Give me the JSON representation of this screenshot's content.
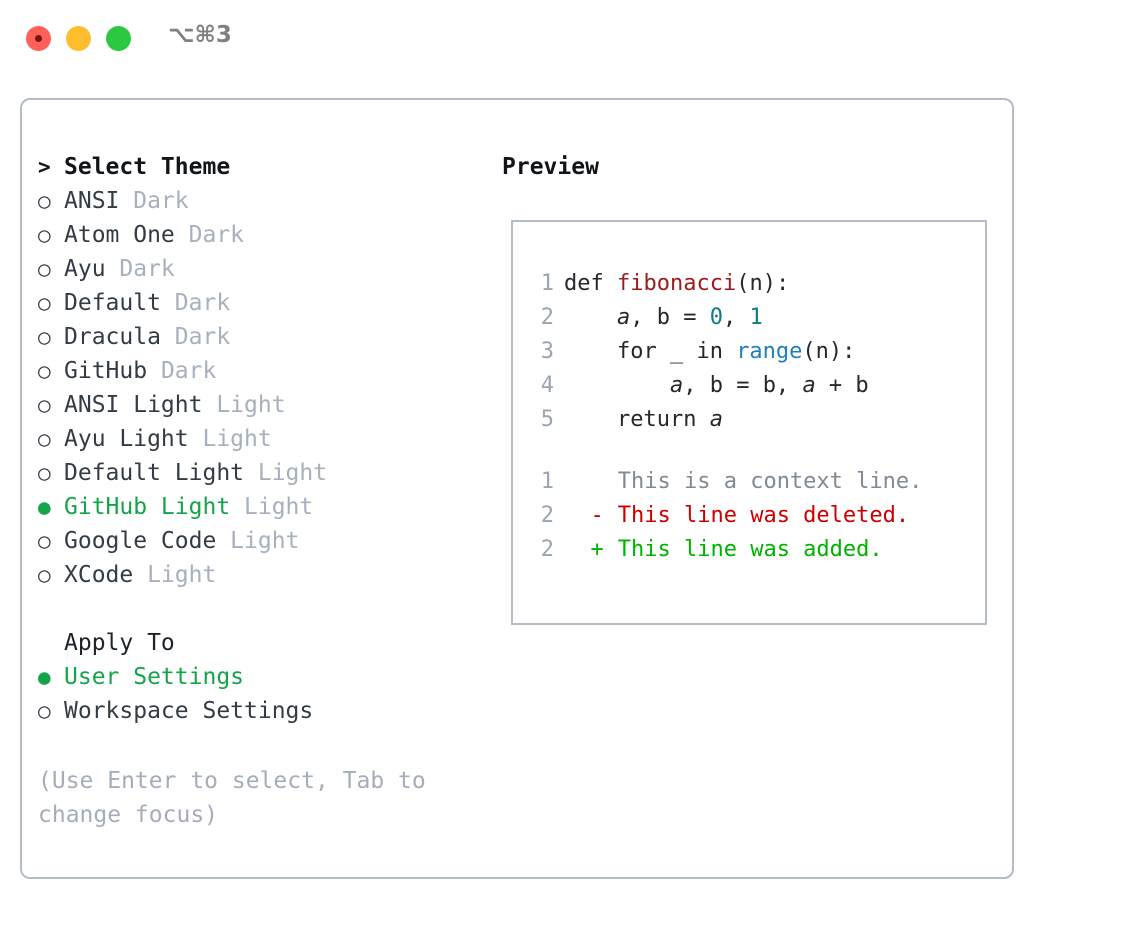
{
  "window": {
    "shortcut": "⌥⌘3",
    "traffic_lights": [
      {
        "name": "close",
        "color": "#ff6159"
      },
      {
        "name": "minimize",
        "color": "#ffbd2e"
      },
      {
        "name": "maximize",
        "color": "#2ac93f"
      }
    ]
  },
  "colors": {
    "selected_green": "#14a44a",
    "muted_gray": "#a7b0bd",
    "hint_gray": "#a5adba",
    "border": "#b4bcc8",
    "text": "#333c46",
    "line_number": "#9aa5b1",
    "diff_add": "#00b200",
    "diff_del": "#cc0000",
    "diff_ctx": "#808a94"
  },
  "glyphs": {
    "radio_on": "●",
    "radio_off": "○",
    "prompt": ">"
  },
  "theme_picker": {
    "header": "Select Theme",
    "items": [
      {
        "name": "ANSI",
        "kind": "Dark",
        "selected": false
      },
      {
        "name": "Atom One",
        "kind": "Dark",
        "selected": false
      },
      {
        "name": "Ayu",
        "kind": "Dark",
        "selected": false
      },
      {
        "name": "Default",
        "kind": "Dark",
        "selected": false
      },
      {
        "name": "Dracula",
        "kind": "Dark",
        "selected": false
      },
      {
        "name": "GitHub",
        "kind": "Dark",
        "selected": false
      },
      {
        "name": "ANSI Light",
        "kind": "Light",
        "selected": false
      },
      {
        "name": "Ayu Light",
        "kind": "Light",
        "selected": false
      },
      {
        "name": "Default Light",
        "kind": "Light",
        "selected": false
      },
      {
        "name": "GitHub Light",
        "kind": "Light",
        "selected": true
      },
      {
        "name": "Google Code",
        "kind": "Light",
        "selected": false
      },
      {
        "name": "XCode",
        "kind": "Light",
        "selected": false
      }
    ]
  },
  "apply_to": {
    "header": "Apply To",
    "items": [
      {
        "name": "User Settings",
        "selected": true
      },
      {
        "name": "Workspace Settings",
        "selected": false
      }
    ]
  },
  "hint": "(Use Enter to select, Tab to change focus)",
  "preview": {
    "title": "Preview",
    "code_lines": [
      {
        "number": "1",
        "tokens": [
          {
            "text": "def ",
            "type": "plain"
          },
          {
            "text": "fibonacci",
            "type": "func"
          },
          {
            "text": "(n):",
            "type": "plain"
          }
        ]
      },
      {
        "number": "2",
        "tokens": [
          {
            "text": "    ",
            "type": "plain"
          },
          {
            "text": "a",
            "type": "var"
          },
          {
            "text": ", b = ",
            "type": "plain"
          },
          {
            "text": "0",
            "type": "num"
          },
          {
            "text": ", ",
            "type": "plain"
          },
          {
            "text": "1",
            "type": "num"
          }
        ]
      },
      {
        "number": "3",
        "tokens": [
          {
            "text": "    for _ in ",
            "type": "plain"
          },
          {
            "text": "range",
            "type": "builtin"
          },
          {
            "text": "(n):",
            "type": "plain"
          }
        ]
      },
      {
        "number": "4",
        "tokens": [
          {
            "text": "        ",
            "type": "plain"
          },
          {
            "text": "a",
            "type": "var"
          },
          {
            "text": ", b = b, ",
            "type": "plain"
          },
          {
            "text": "a",
            "type": "var"
          },
          {
            "text": " + b",
            "type": "plain"
          }
        ]
      },
      {
        "number": "5",
        "tokens": [
          {
            "text": "    return ",
            "type": "plain"
          },
          {
            "text": "a",
            "type": "var"
          }
        ]
      }
    ],
    "diff_lines": [
      {
        "number": "1",
        "marker": " ",
        "text": "This is a context line.",
        "type": "context"
      },
      {
        "number": "2",
        "marker": "-",
        "text": "This line was deleted.",
        "type": "deleted"
      },
      {
        "number": "2",
        "marker": "+",
        "text": "This line was added.",
        "type": "added"
      }
    ]
  }
}
